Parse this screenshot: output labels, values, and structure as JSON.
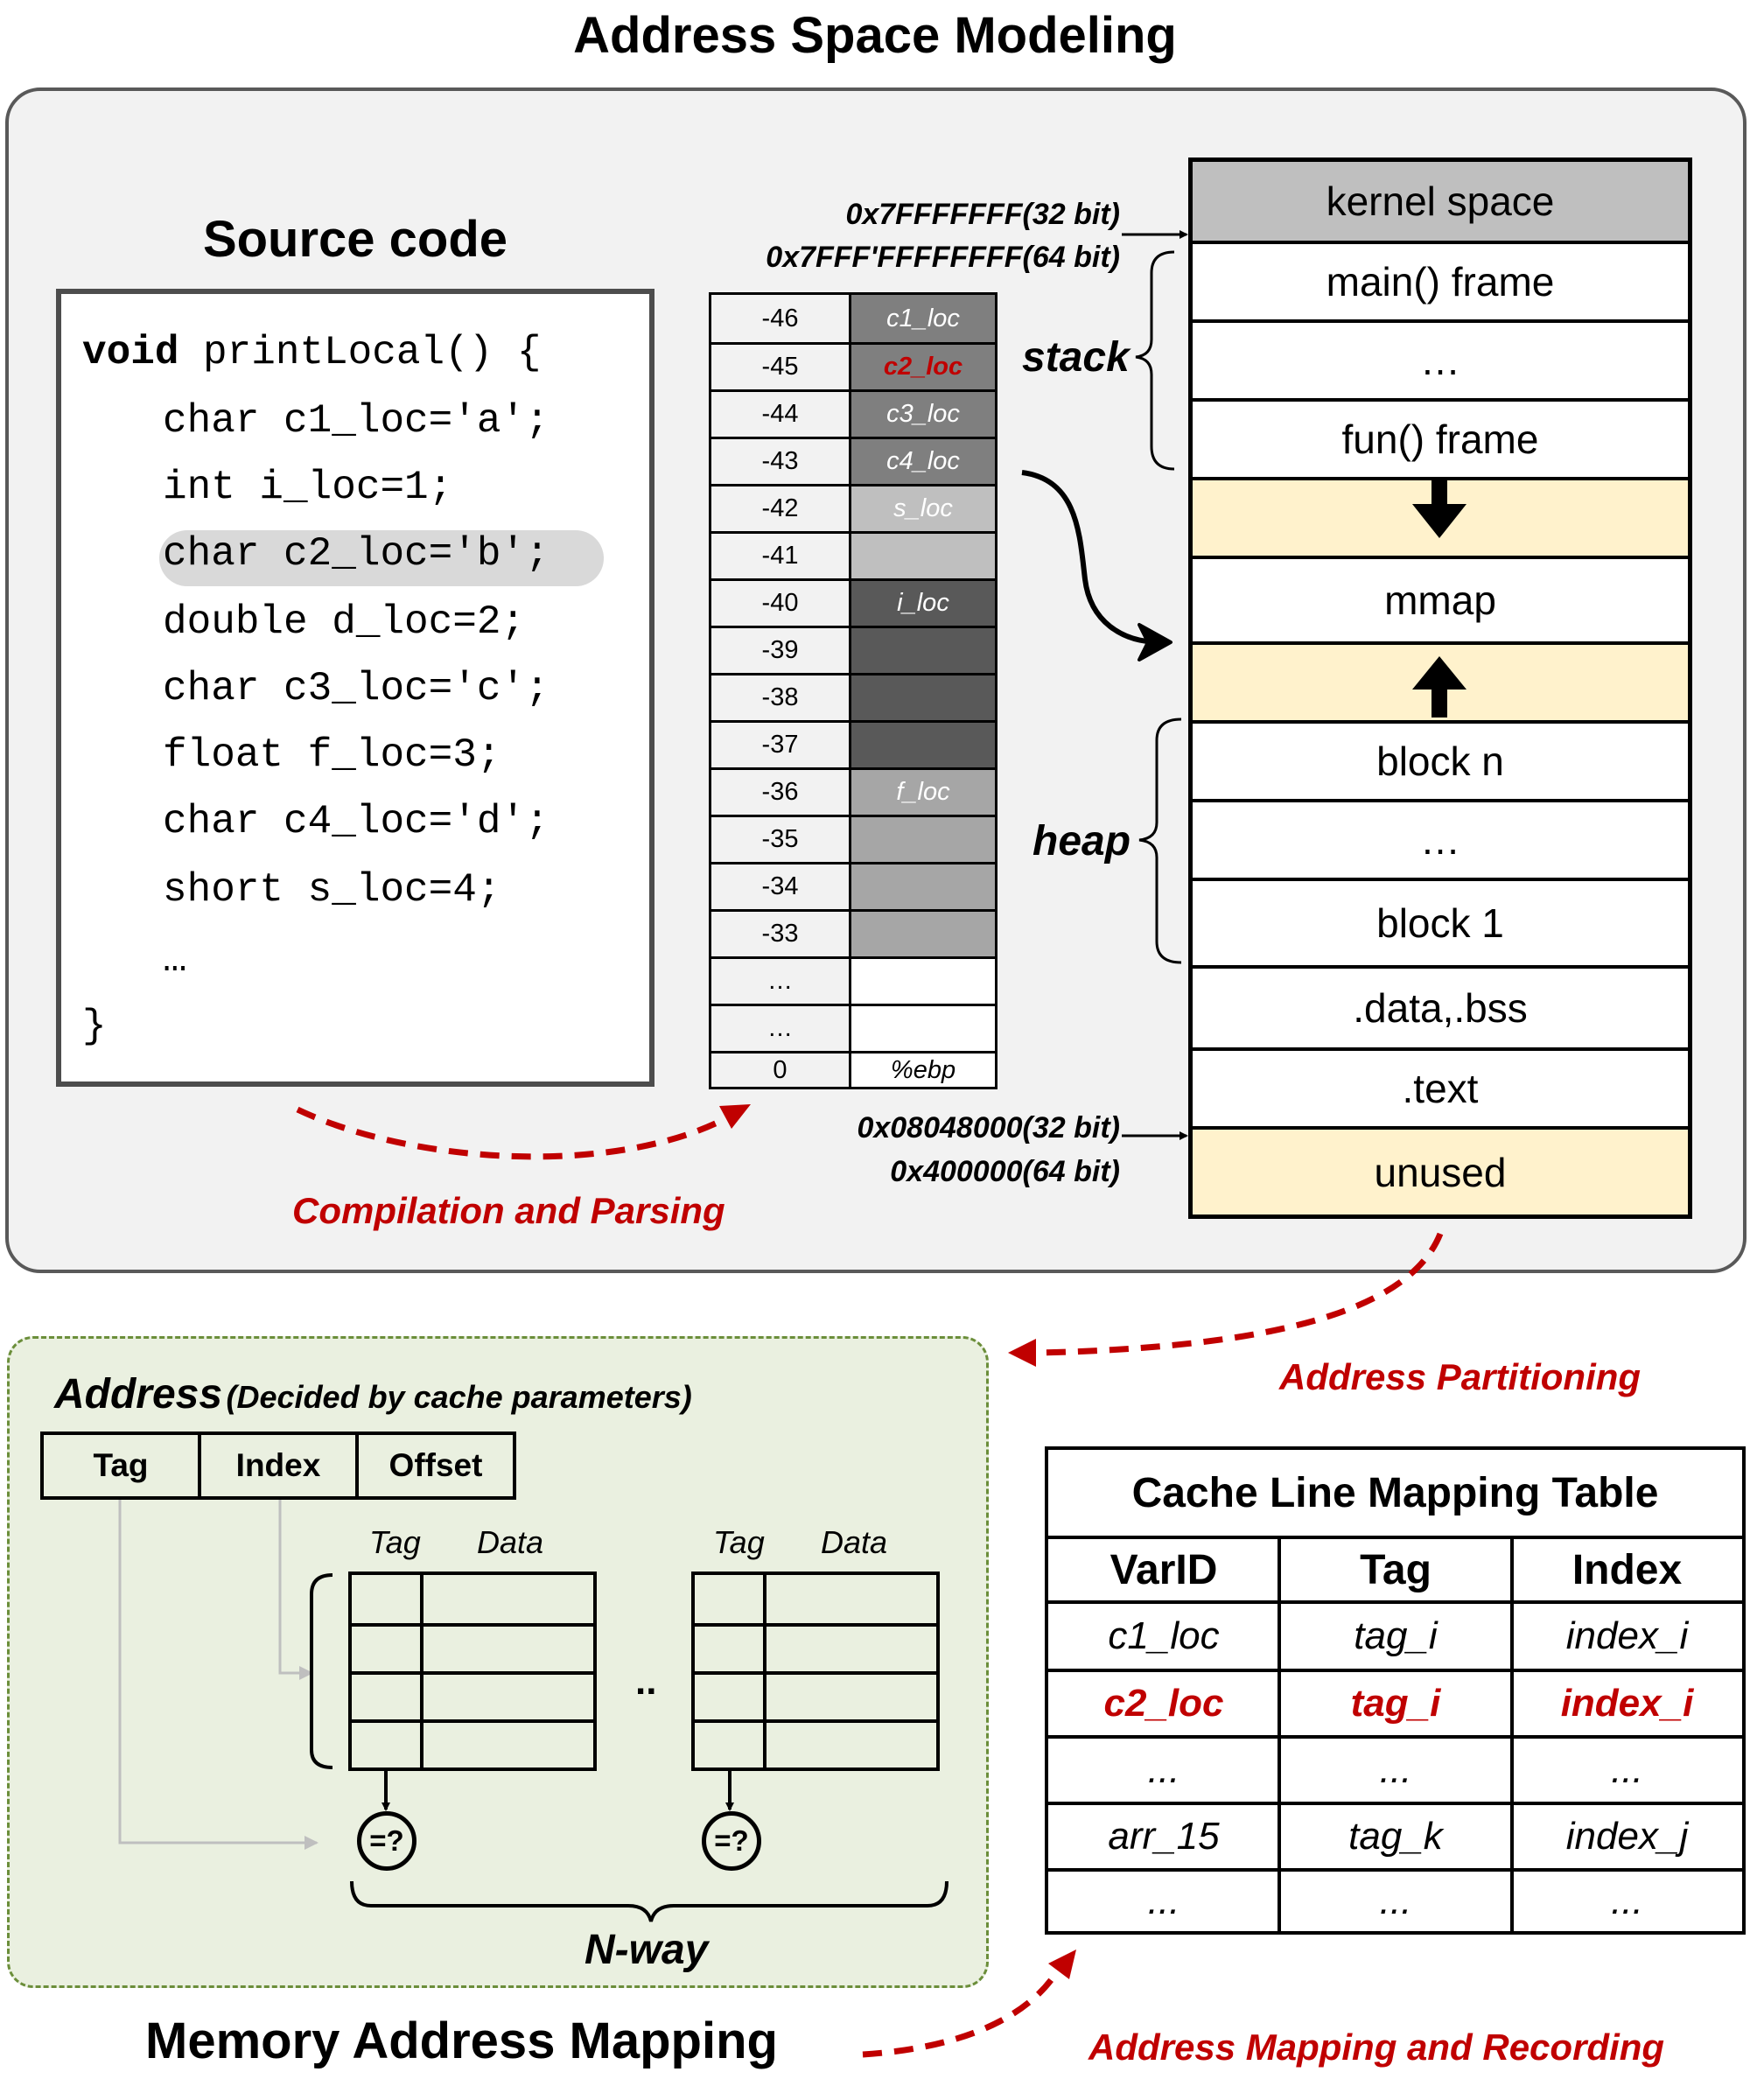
{
  "titles": {
    "top": "Address Space Modeling",
    "bottom": "Memory Address Mapping"
  },
  "source": {
    "heading": "Source code",
    "lines": [
      {
        "kw": "void",
        "rest": " printLocal() {"
      },
      {
        "kw": "",
        "rest": "char c1_loc='a';"
      },
      {
        "kw": "",
        "rest": "int i_loc=1;"
      },
      {
        "kw": "",
        "rest": "char c2_loc='b';"
      },
      {
        "kw": "",
        "rest": "double d_loc=2;"
      },
      {
        "kw": "",
        "rest": "char c3_loc='c';"
      },
      {
        "kw": "",
        "rest": "float f_loc=3;"
      },
      {
        "kw": "",
        "rest": "char c4_loc='d';"
      },
      {
        "kw": "",
        "rest": "short s_loc=4;"
      },
      {
        "kw": "",
        "rest": "…"
      },
      {
        "kw": "",
        "rest": "}"
      }
    ]
  },
  "stack_frame": {
    "rows": [
      {
        "offset": "-46",
        "label": "c1_loc",
        "fill": "#7f7f7f",
        "red": false
      },
      {
        "offset": "-45",
        "label": "c2_loc",
        "fill": "#7f7f7f",
        "red": true
      },
      {
        "offset": "-44",
        "label": "c3_loc",
        "fill": "#7f7f7f",
        "red": false
      },
      {
        "offset": "-43",
        "label": "c4_loc",
        "fill": "#7f7f7f",
        "red": false
      },
      {
        "offset": "-42",
        "label": "s_loc",
        "fill": "#bfbfbf",
        "red": false
      },
      {
        "offset": "-41",
        "label": "",
        "fill": "#bfbfbf",
        "red": false
      },
      {
        "offset": "-40",
        "label": "i_loc",
        "fill": "#595959",
        "red": false
      },
      {
        "offset": "-39",
        "label": "",
        "fill": "#595959",
        "red": false
      },
      {
        "offset": "-38",
        "label": "",
        "fill": "#595959",
        "red": false
      },
      {
        "offset": "-37",
        "label": "",
        "fill": "#595959",
        "red": false
      },
      {
        "offset": "-36",
        "label": "f_loc",
        "fill": "#a6a6a6",
        "red": false
      },
      {
        "offset": "-35",
        "label": "",
        "fill": "#a6a6a6",
        "red": false
      },
      {
        "offset": "-34",
        "label": "",
        "fill": "#a6a6a6",
        "red": false
      },
      {
        "offset": "-33",
        "label": "",
        "fill": "#a6a6a6",
        "red": false
      },
      {
        "offset": "…",
        "label": "",
        "fill": "#ffffff",
        "red": false
      },
      {
        "offset": "…",
        "label": "",
        "fill": "#ffffff",
        "red": false
      },
      {
        "offset": "0",
        "label": "%ebp",
        "fill": "#ffffff",
        "red": false
      }
    ]
  },
  "memory_layout": {
    "segments": [
      "kernel space",
      "main() frame",
      "…",
      "fun() frame",
      "",
      "mmap",
      "",
      "block n",
      "…",
      "block 1",
      ".data,.bss",
      ".text",
      "unused"
    ],
    "stack_label": "stack",
    "heap_label": "heap",
    "top_addr_32": "0x7FFFFFFF(32 bit)",
    "top_addr_64": "0x7FFF'FFFFFFFF(64 bit)",
    "low_addr_32": "0x08048000(32 bit)",
    "low_addr_64": "0x400000(64 bit)"
  },
  "flows": {
    "compilation": "Compilation and Parsing",
    "partitioning": "Address Partitioning",
    "mapping": "Address Mapping and Recording"
  },
  "cache": {
    "address_label": "Address",
    "address_note": "(Decided by cache parameters)",
    "fields": [
      "Tag",
      "Index",
      "Offset"
    ],
    "way_tag": "Tag",
    "way_data": "Data",
    "between_ways": "..",
    "compare": "=?",
    "nway": "N-way"
  },
  "mapping_table": {
    "title": "Cache Line Mapping Table",
    "headers": [
      "VarID",
      "Tag",
      "Index"
    ],
    "rows": [
      {
        "cells": [
          "c1_loc",
          "tag_i",
          "index_i"
        ],
        "red": false
      },
      {
        "cells": [
          "c2_loc",
          "tag_i",
          "index_i"
        ],
        "red": true
      },
      {
        "cells": [
          "...",
          "...",
          "..."
        ],
        "red": false
      },
      {
        "cells": [
          "arr_15",
          "tag_k",
          "index_j"
        ],
        "red": false
      },
      {
        "cells": [
          "...",
          "...",
          "..."
        ],
        "red": false
      }
    ]
  },
  "colors": {
    "accent_red": "#c00000",
    "top_panel_bg": "#f2f2f2",
    "bottom_panel_bg": "#eaf0e0",
    "free_region": "#fff2cc",
    "kernel": "#bfbfbf"
  }
}
